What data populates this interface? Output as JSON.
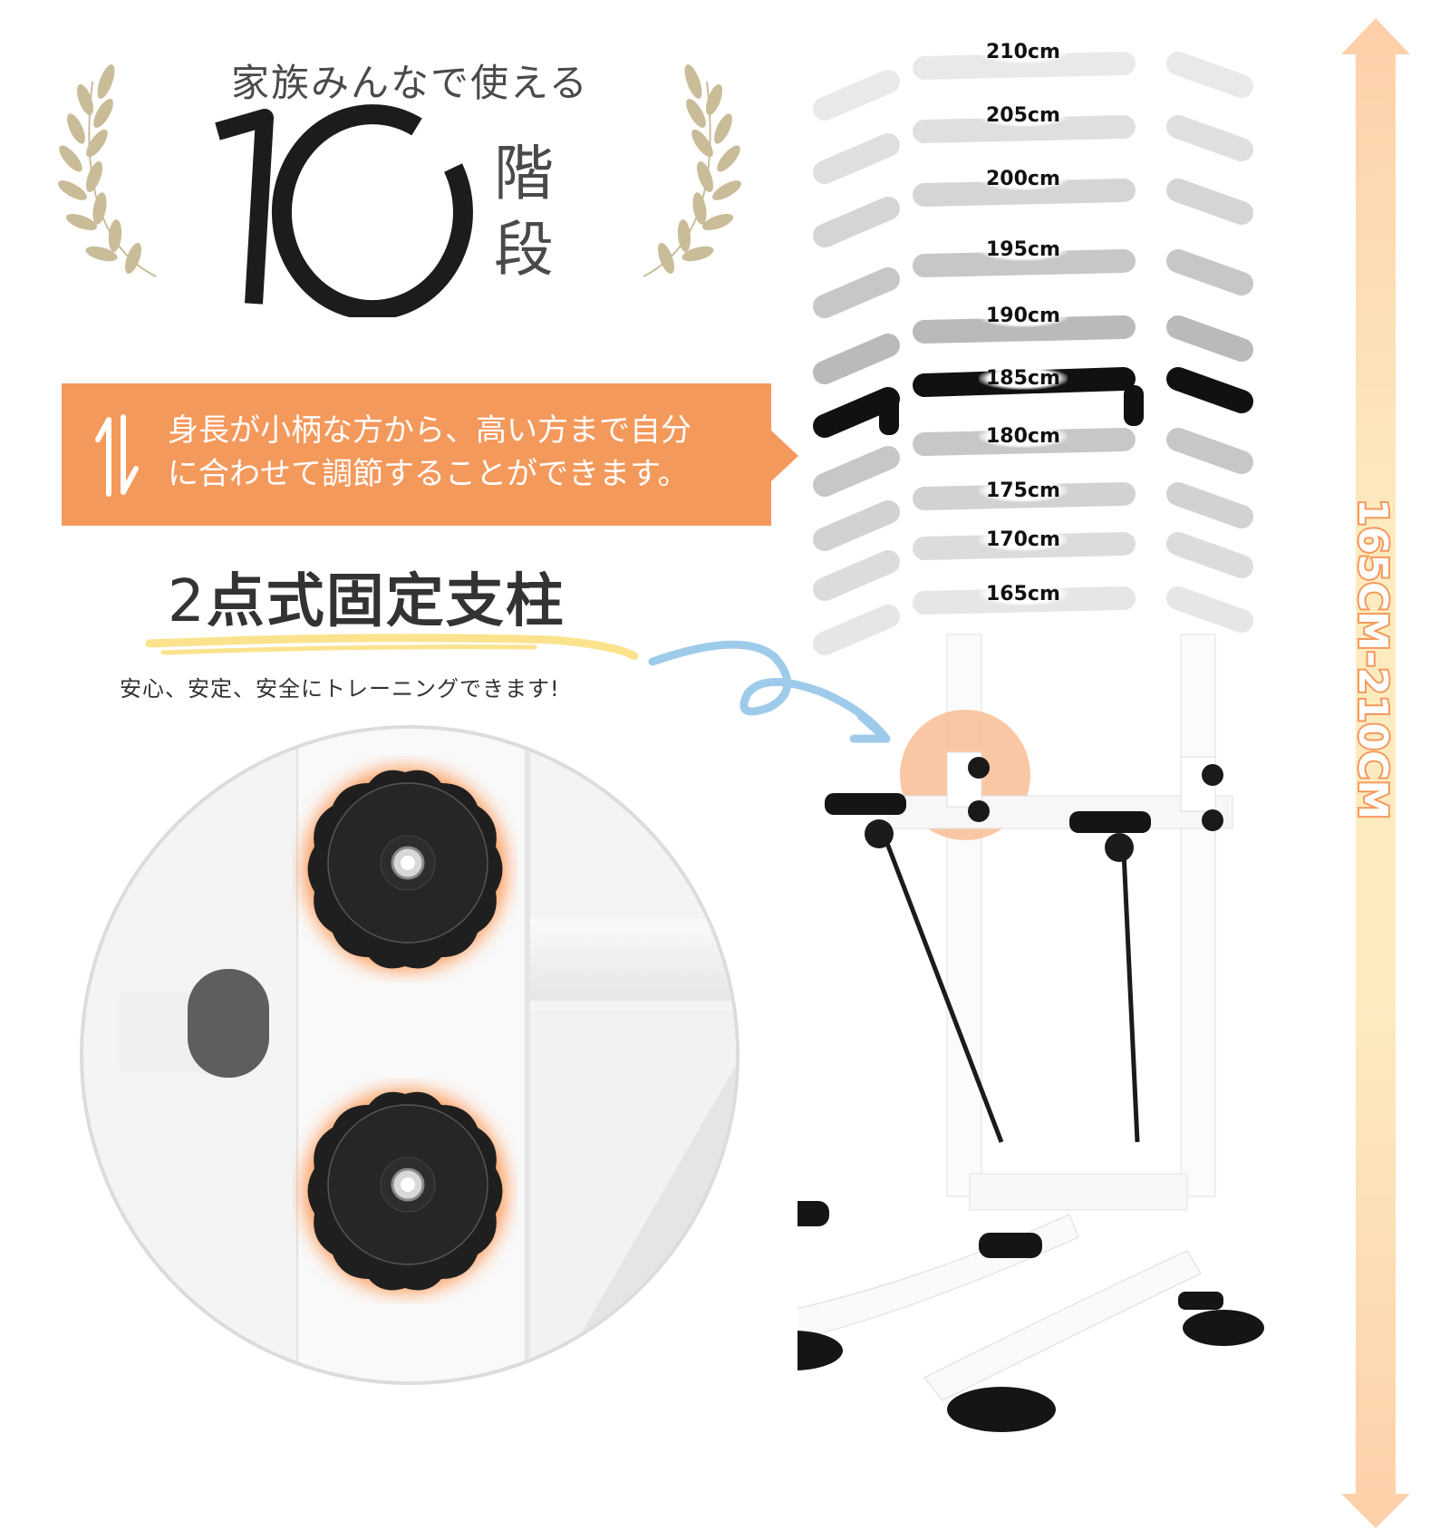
{
  "header": {
    "tagline": "家族みんなで使える",
    "big_number": "10",
    "big_number_suffix": [
      "階",
      "段"
    ]
  },
  "callout": {
    "icon": "up-down-arrows-icon",
    "lines": [
      "身長が小柄な方から、高い方まで自分",
      "に合わせて調節することができます。"
    ],
    "color": "#f4995c"
  },
  "feature": {
    "title_number": "2",
    "title_text": "点式固定支柱",
    "description": "安心、安定、安全にトレーニングできます!",
    "highlight_color": "#fbe38e",
    "arrow_color": "#9ecbea"
  },
  "detail_view": {
    "knob_count": 2,
    "glow_color": "#ff8a3d"
  },
  "product": {
    "height_settings": [
      "210cm",
      "205cm",
      "200cm",
      "195cm",
      "190cm",
      "185cm",
      "180cm",
      "175cm",
      "170cm",
      "165cm"
    ],
    "highlighted_setting": "185cm"
  },
  "range": {
    "label": "165CM-210CM",
    "min": "165CM",
    "max": "210CM",
    "color_top": "#fdcfa9",
    "color_bottom": "#fdebc0",
    "text_outline": "#f4995c"
  }
}
